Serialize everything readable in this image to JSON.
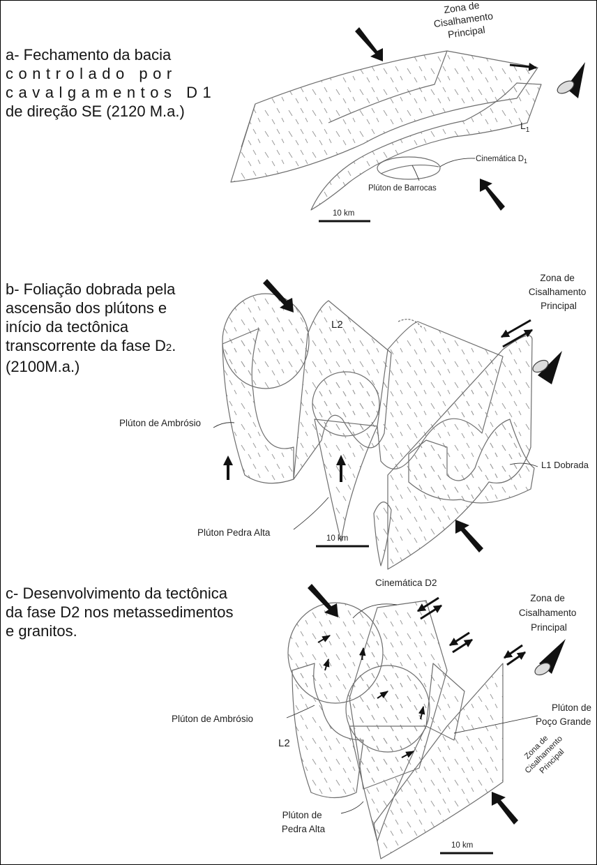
{
  "panel_a": {
    "title_lines": [
      "a- Fechamento da bacia",
      "controlado por",
      "cavalgamentos D1",
      "de direção SE (2120 M.a.)"
    ],
    "zone_label_lines": [
      "Zona de",
      "Cisalhamento",
      "Principal"
    ],
    "kinematics_label": "Cinemática D",
    "kinematics_sub": "1",
    "lineation_label": "L",
    "lineation_sub": "1",
    "pluton_label": "Plúton de Barrocas",
    "scale_label": "10 km"
  },
  "panel_b": {
    "title_lines": [
      "b- Foliação dobrada pela",
      "ascensão dos plútons e",
      "início da tectônica",
      "transcorrente da fase D"
    ],
    "title_sub": "2",
    "title_tail": ".",
    "title_date": "(2100M.a.)",
    "lineation_label": "L2",
    "zone_label_lines": [
      "Zona de",
      "Cisalhamento",
      "Principal"
    ],
    "pluton_left_label": "Plúton de Ambrósio",
    "pluton_center_label": "Plúton Pedra Alta",
    "folded_lineation_label": "L1 Dobrada",
    "scale_label": "10 km"
  },
  "panel_c": {
    "title_lines": [
      "c- Desenvolvimento da tectônica",
      "da fase D2 nos metassedimentos",
      "e granitos."
    ],
    "kinematics_label": "Cinemática D2",
    "zone_label_lines": [
      "Zona de",
      "Cisalhamento",
      "Principal"
    ],
    "pluton_left_label": "Plúton de Ambrósio",
    "lineation_label": "L2",
    "pluton_right_label_lines": [
      "Plúton de",
      "Poço Grande"
    ],
    "zone_rotated_label_lines": [
      "Zona de",
      "Cisalhamento",
      "Principal"
    ],
    "pluton_bottom_label_lines": [
      "Plúton de",
      "Pedra Alta"
    ],
    "scale_label": "10 km"
  }
}
